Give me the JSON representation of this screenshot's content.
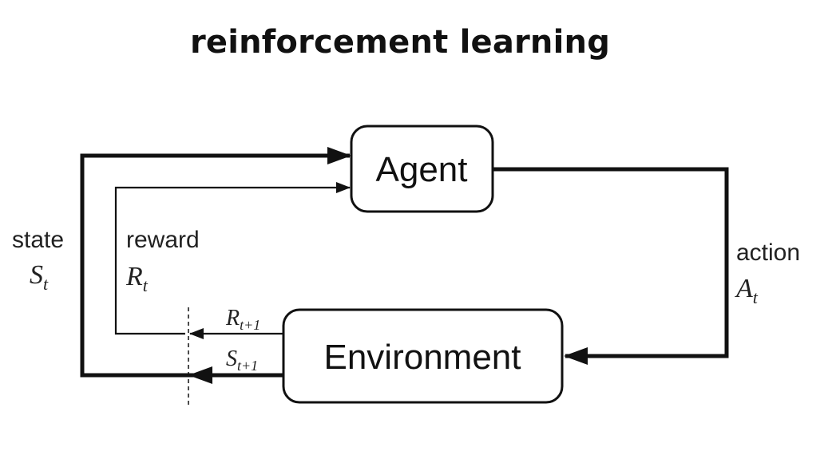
{
  "title": "reinforcement learning",
  "nodes": {
    "agent": "Agent",
    "environment": "Environment"
  },
  "labels": {
    "state_word": "state",
    "state_symbol": "S",
    "state_sub": "t",
    "reward_word": "reward",
    "reward_symbol": "R",
    "reward_sub": "t",
    "action_word": "action",
    "action_symbol": "A",
    "action_sub": "t",
    "next_reward_symbol": "R",
    "next_reward_sub": "t+1",
    "next_state_symbol": "S",
    "next_state_sub": "t+1"
  }
}
